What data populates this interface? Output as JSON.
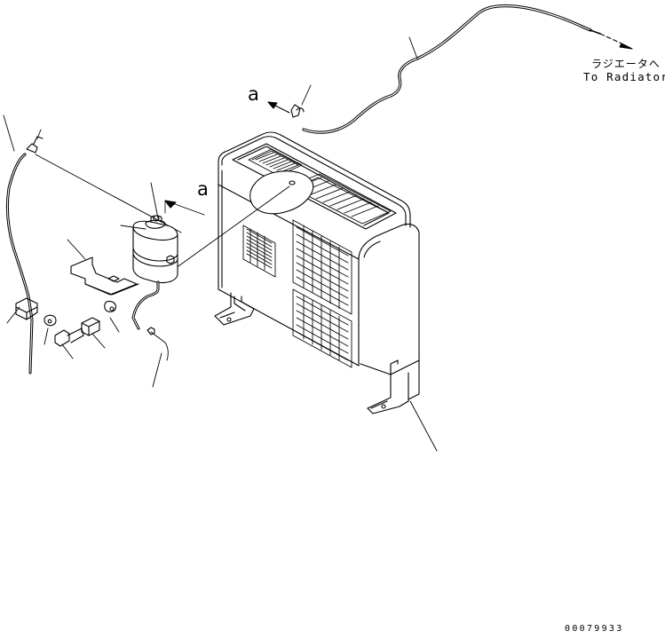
{
  "drawing": {
    "labels": {
      "destination_jp": "ラジエータへ",
      "destination_en": "To Radiator",
      "ref_a_top": "a",
      "ref_a_tank": "a"
    },
    "drawing_number": "00079933",
    "colors": {
      "line": "#000000",
      "background": "#ffffff"
    }
  }
}
